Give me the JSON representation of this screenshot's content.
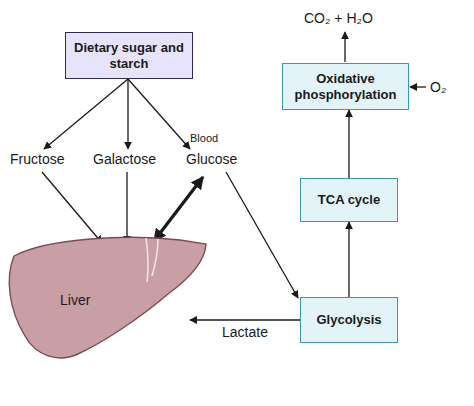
{
  "diagram": {
    "nodes": [
      {
        "text": [
          "Dietary sugar and starch"
        ]
      },
      {
        "text": [
          "Oxidative phosphorylation"
        ]
      },
      {
        "text": [
          "TCA cycle"
        ]
      },
      {
        "text": [
          "Glycolysis"
        ]
      },
      {
        "text": [
          "Liver"
        ]
      }
    ],
    "edges": [
      {
        "from": 3,
        "to": 2,
        "arrow": "to"
      },
      {
        "from": 2,
        "to": 1,
        "arrow": "to"
      },
      {
        "from": 3,
        "to": 4,
        "label": "Lactate",
        "arrow": "to"
      }
    ],
    "labels": [
      "Fructose",
      "Galactose",
      "Glucose",
      "Blood",
      "CO₂ + H₂O",
      "O₂"
    ]
  }
}
